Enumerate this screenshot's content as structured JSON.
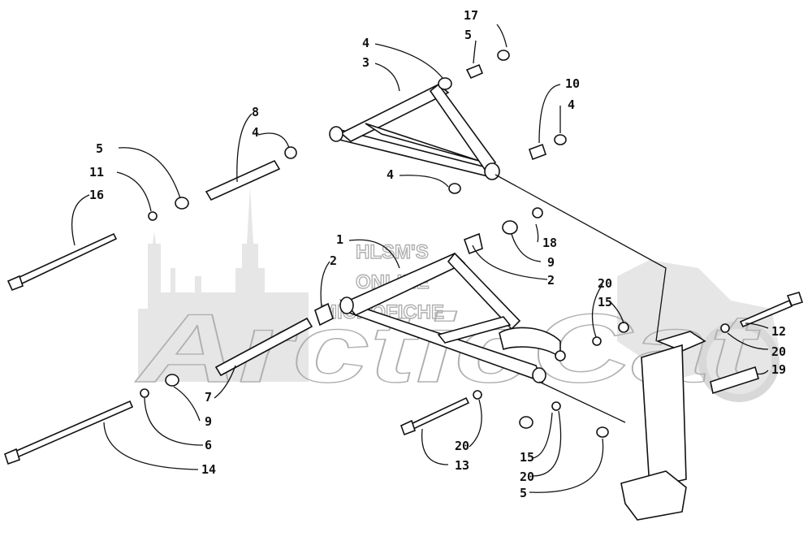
{
  "watermark": {
    "line1": "HLSM'S",
    "line2": "ONLINE",
    "line3": "MICROFICHE",
    "brand": "ArcticCat"
  },
  "callouts": [
    {
      "id": "c-17",
      "text": "17"
    },
    {
      "id": "c-5a",
      "text": "5"
    },
    {
      "id": "c-4a",
      "text": "4"
    },
    {
      "id": "c-3",
      "text": "3"
    },
    {
      "id": "c-8",
      "text": "8"
    },
    {
      "id": "c-4b",
      "text": "4"
    },
    {
      "id": "c-10",
      "text": "10"
    },
    {
      "id": "c-4c",
      "text": "4"
    },
    {
      "id": "c-5b",
      "text": "5"
    },
    {
      "id": "c-11",
      "text": "11"
    },
    {
      "id": "c-16",
      "text": "16"
    },
    {
      "id": "c-4d",
      "text": "4"
    },
    {
      "id": "c-18",
      "text": "18"
    },
    {
      "id": "c-1",
      "text": "1"
    },
    {
      "id": "c-9a",
      "text": "9"
    },
    {
      "id": "c-2a",
      "text": "2"
    },
    {
      "id": "c-2b",
      "text": "2"
    },
    {
      "id": "c-20a",
      "text": "20"
    },
    {
      "id": "c-15a",
      "text": "15"
    },
    {
      "id": "c-12",
      "text": "12"
    },
    {
      "id": "c-20b",
      "text": "20"
    },
    {
      "id": "c-19",
      "text": "19"
    },
    {
      "id": "c-7",
      "text": "7"
    },
    {
      "id": "c-9b",
      "text": "9"
    },
    {
      "id": "c-6",
      "text": "6"
    },
    {
      "id": "c-20c",
      "text": "20"
    },
    {
      "id": "c-13",
      "text": "13"
    },
    {
      "id": "c-15b",
      "text": "15"
    },
    {
      "id": "c-20d",
      "text": "20"
    },
    {
      "id": "c-5c",
      "text": "5"
    },
    {
      "id": "c-14",
      "text": "14"
    }
  ]
}
